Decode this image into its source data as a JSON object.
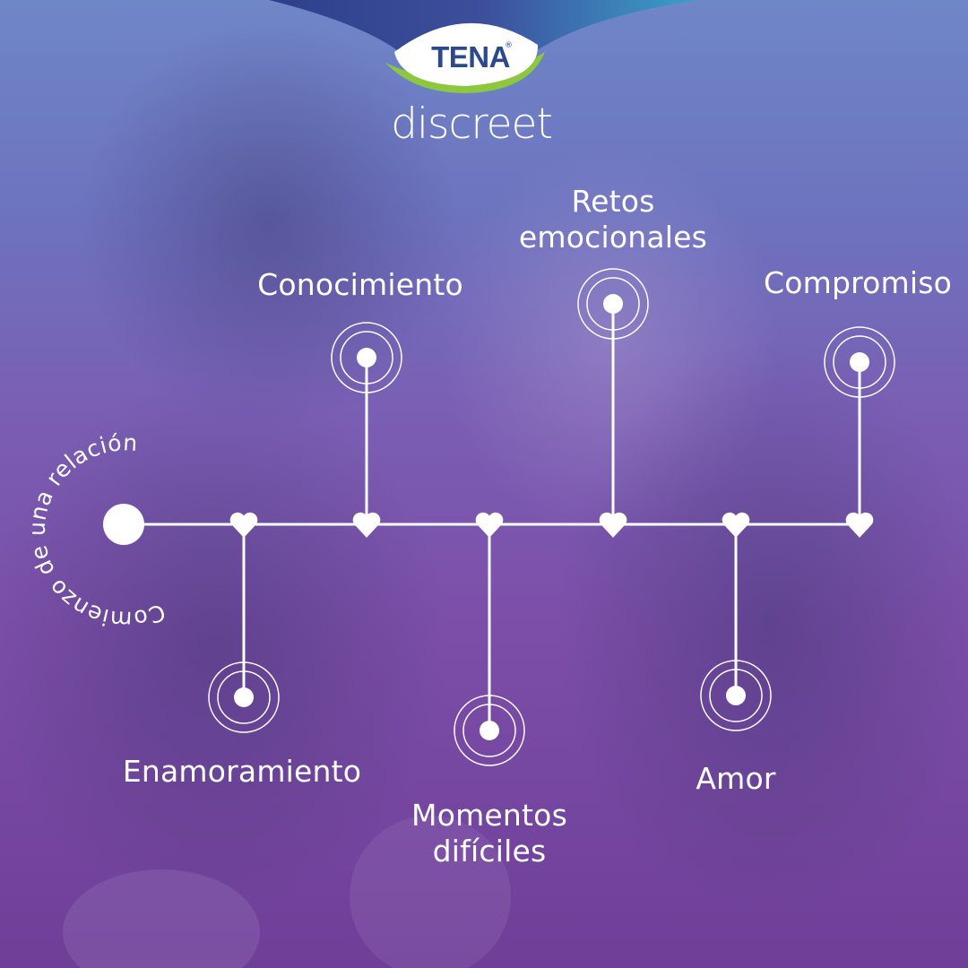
{
  "brand": {
    "name": "TENA",
    "registered_mark": "®",
    "product_line": "discreet"
  },
  "timeline": {
    "start_label": "Comienzo de una relación",
    "milestones": [
      {
        "label": "Enamoramiento",
        "position": "below"
      },
      {
        "label": "Conocimiento",
        "position": "above"
      },
      {
        "label": "Momentos difíciles",
        "position": "below"
      },
      {
        "label": "Retos emocionales",
        "position": "above"
      },
      {
        "label": "Amor",
        "position": "below"
      },
      {
        "label": "Compromiso",
        "position": "above"
      }
    ]
  },
  "colors": {
    "line": "#ffffff",
    "brand_blue": "#2b4a8e",
    "brand_green": "#8dc63f",
    "background_top": "#6f86c7",
    "background_bottom": "#6f3f98"
  }
}
